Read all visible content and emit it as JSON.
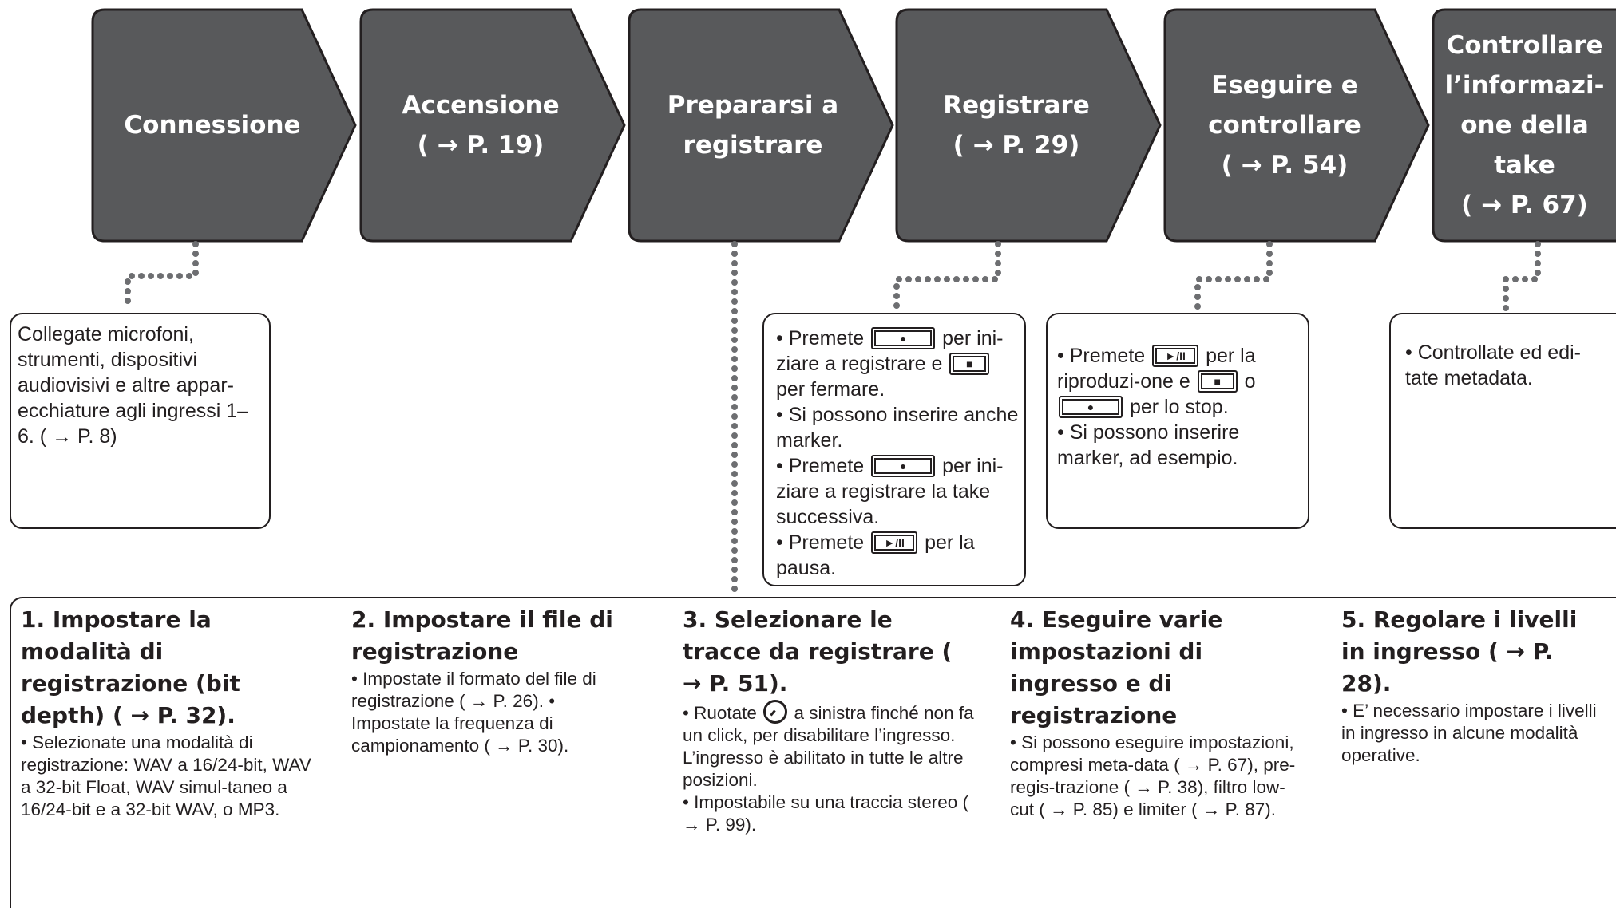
{
  "steps": [
    {
      "title": "Connessione"
    },
    {
      "title": "Accensione",
      "ref": "( → P. 19)"
    },
    {
      "title": "Prepararsi a registrare"
    },
    {
      "title": "Registrare",
      "ref": "( → P. 29)"
    },
    {
      "title": "Eseguire e controllare",
      "ref": "( → P. 54)"
    },
    {
      "title": "Controllare l’informazi-one della take",
      "ref": "( → P. 67)"
    }
  ],
  "notes": {
    "connessione": "Collegate microfoni, strumenti, dispositivi audiovisivi e altre appar-ecchiature agli ingressi 1–6. ( → P. 8)",
    "registrare": {
      "p1a": "• Premete",
      "p1b": "per ini-ziare a registrare e",
      "p1c": "per fermare.",
      "p2": "• Si possono inserire anche marker.",
      "p3a": "• Premete",
      "p3b": "per ini-ziare a registrare la take successiva.",
      "p4a": "• Premete",
      "p4b": "per la pausa."
    },
    "eseguire": {
      "p1a": "• Premete",
      "p1b": "per la riproduzi-one e",
      "p1c": "o",
      "p1d": "per lo stop.",
      "p2": "• Si possono inserire marker, ad esempio."
    },
    "controllare": "• Controllate ed edi-tate metadata."
  },
  "keys": {
    "record": "●",
    "stop": "■",
    "play_pause": "►/II"
  },
  "prep_steps": [
    {
      "title": "1. Impostare la modalità di registrazione (bit depth) ( → P. 32).",
      "body": "• Selezionate una modalità di registrazione: WAV a 16/24-bit, WAV a 32-bit Float, WAV simul-taneo a 16/24-bit e a 32-bit WAV, o MP3."
    },
    {
      "title": "2. Impostare il file di registrazione",
      "body": "• Impostate il formato del file di registrazione ( → P. 26). • Impostate la frequenza di campionamento ( → P. 30)."
    },
    {
      "title": "3. Selezionare le tracce da registrare ( → P. 51).",
      "body_a": "• Ruotate",
      "body_b": "a sinistra finché non fa un click, per disabilitare l’ingresso. L’ingresso è abilitato in tutte le altre posizioni.",
      "body_c": "• Impostabile su una traccia stereo ( → P. 99)."
    },
    {
      "title": "4. Eseguire varie impostazioni di ingresso e di registrazione",
      "body": "• Si possono eseguire impostazioni, compresi meta-data ( → P. 67), pre-regis-trazione ( → P. 38), filtro low-cut ( → P. 85) e limiter ( → P. 87)."
    },
    {
      "title": "5. Regolare i livelli in ingresso ( → P. 28).",
      "body": "• E’ necessario impostare i livelli in ingresso in alcune modalità operative."
    }
  ],
  "colors": {
    "chevron": "#58595b",
    "dots": "#6d6e71",
    "border": "#231f20"
  }
}
